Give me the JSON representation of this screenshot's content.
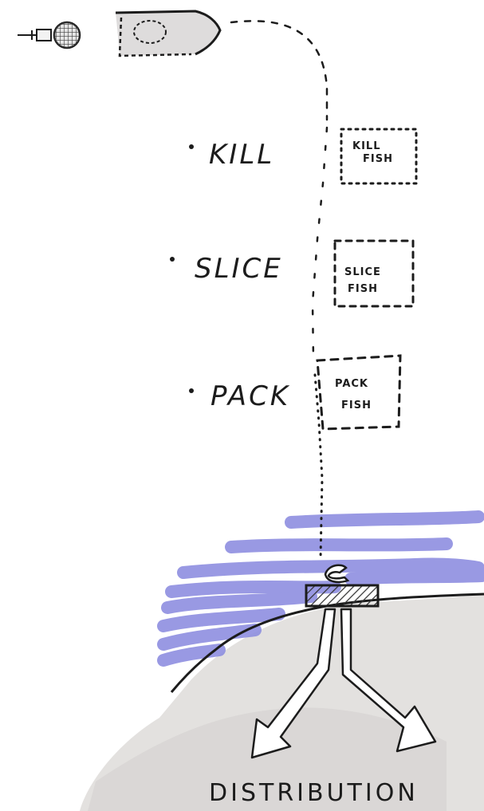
{
  "steps": [
    {
      "label": "KILL",
      "box_line1": "KILL",
      "box_line2": "FISH"
    },
    {
      "label": "SLICE",
      "box_line1": "SLICE",
      "box_line2": "FISH"
    },
    {
      "label": "PACK",
      "box_line1": "PACK",
      "box_line2": "FISH"
    }
  ],
  "bottom_label": "DISTRIBUTION",
  "colors": {
    "ink": "#1c1c1c",
    "water": "#8e8fe0",
    "land": "#e3e1df",
    "boat": "#dedcdc",
    "hatch": "#555555"
  }
}
